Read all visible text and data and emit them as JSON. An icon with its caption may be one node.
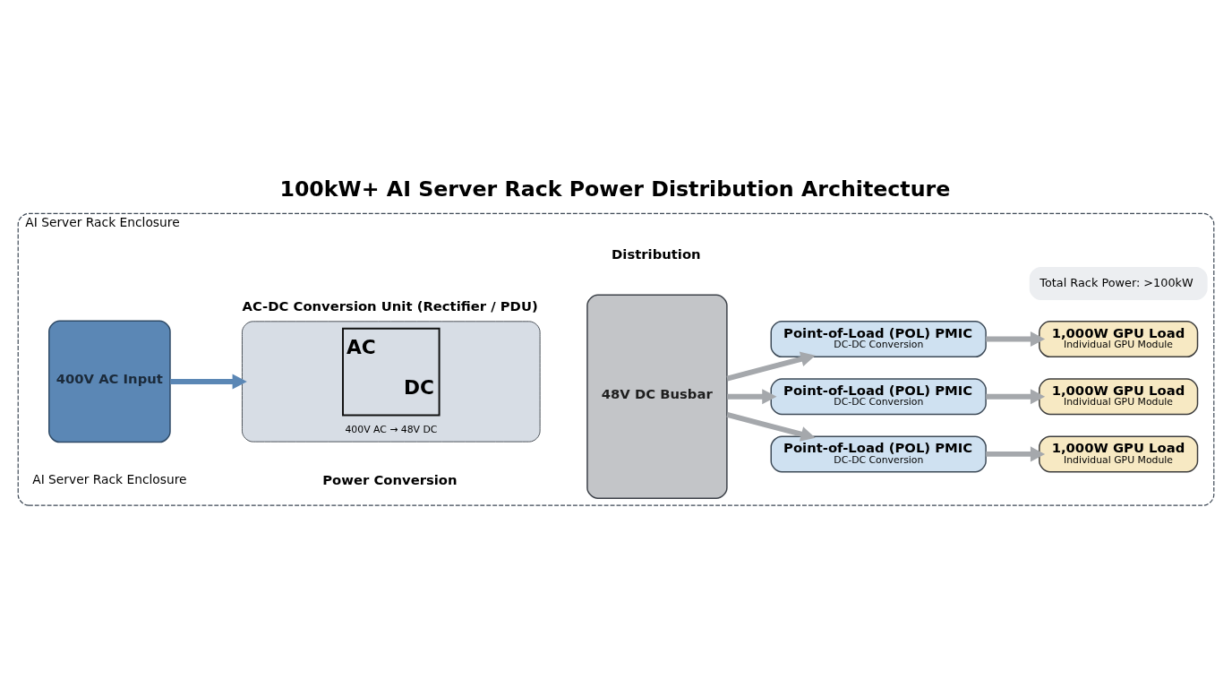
{
  "diagram": {
    "title": "100kW+ AI Server Rack Power Distribution Architecture",
    "nodes": [
      {
        "text": [
          "AI Server Rack Enclosure",
          "AI Server Rack Enclosure"
        ]
      },
      {
        "text": [
          "Total Rack Power: >100kW"
        ],
        "in": 0
      },
      {
        "text": [
          "400V AC Input"
        ],
        "in": 0
      },
      {
        "text": [
          "AC-DC Conversion Unit (Rectifier / PDU)",
          "AC",
          "DC",
          "400V AC → 48V DC"
        ],
        "in": 0
      },
      {
        "text": [
          "48V DC Busbar"
        ],
        "in": 0
      },
      {
        "text": [
          "Point-of-Load (POL) PMIC",
          "DC-DC Conversion"
        ],
        "in": 0
      },
      {
        "text": [
          "1,000W GPU Load",
          "Individual GPU Module"
        ],
        "in": 0
      },
      {
        "text": [
          "Point-of-Load (POL) PMIC",
          "DC-DC Conversion"
        ],
        "in": 0
      },
      {
        "text": [
          "1,000W GPU Load",
          "Individual GPU Module"
        ],
        "in": 0
      },
      {
        "text": [
          "Point-of-Load (POL) PMIC",
          "DC-DC Conversion"
        ],
        "in": 0
      },
      {
        "text": [
          "1,000W GPU Load",
          "Individual GPU Module"
        ],
        "in": 0
      }
    ],
    "edges": [
      {
        "from": 2,
        "to": 3,
        "arrow": "to",
        "color": "#5b87b5"
      },
      {
        "from": 4,
        "to": 5,
        "arrow": "to"
      },
      {
        "from": 4,
        "to": 7,
        "arrow": "to"
      },
      {
        "from": 4,
        "to": 9,
        "arrow": "to"
      },
      {
        "from": 5,
        "to": 6,
        "arrow": "to"
      },
      {
        "from": 7,
        "to": 8,
        "arrow": "to"
      },
      {
        "from": 9,
        "to": 10,
        "arrow": "to"
      }
    ],
    "labels": [
      "Distribution",
      "Power Conversion"
    ]
  }
}
